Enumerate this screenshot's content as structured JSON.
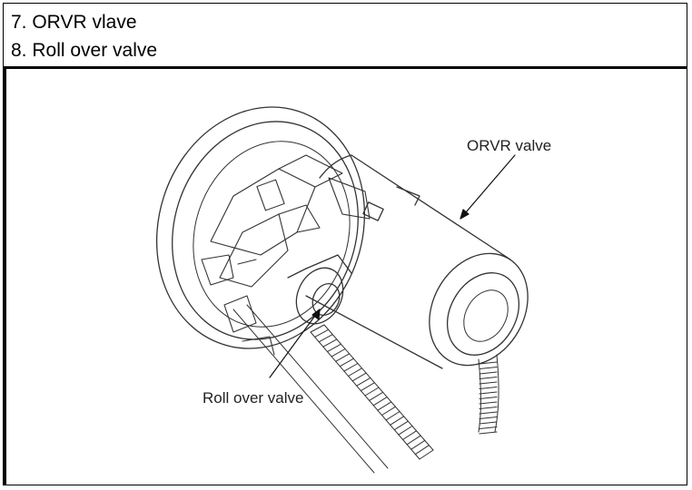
{
  "header": {
    "line1": "7. ORVR vlave",
    "line2": "8. Roll over valve"
  },
  "figure": {
    "callouts": {
      "orvr_valve": "ORVR valve",
      "roll_over_valve": "Roll over valve"
    }
  }
}
